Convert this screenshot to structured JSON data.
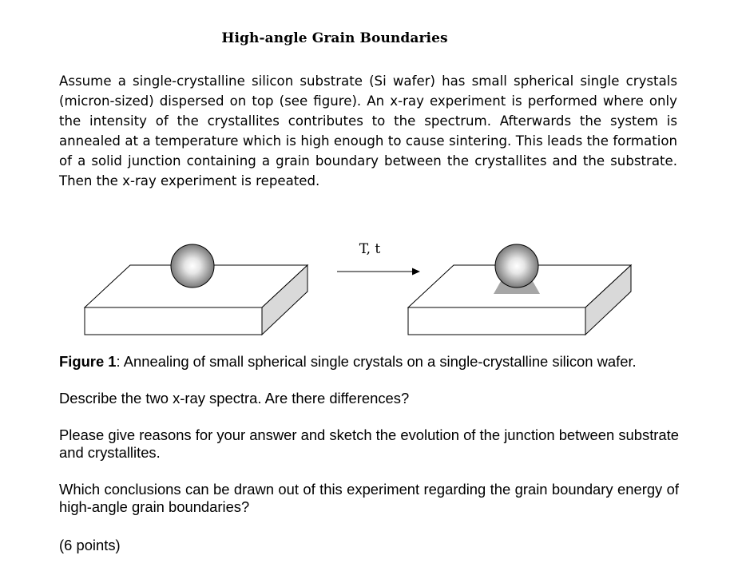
{
  "document": {
    "title": "High-angle Grain Boundaries",
    "intro": "Assume a single-crystalline silicon substrate (Si wafer) has small spherical single crystals (micron-sized) dispersed on top (see figure).  An x-ray experiment is performed where only the intensity of the crystallites contributes to the spectrum. Afterwards the system is annealed at a temperature which is high enough to cause sintering. This leads the formation of a solid junction containing a grain boundary between the crystallites and the substrate. Then the x-ray experiment is repeated.",
    "figure": {
      "arrow_label": "T, t",
      "caption_label": "Figure 1",
      "caption_text": ": Annealing of small spherical single crystals on a single-crystalline silicon wafer."
    },
    "questions": [
      "Describe the two x-ray spectra. Are there differences?",
      "Please give reasons for your answer and sketch the evolution of the junction between substrate and crystallites.",
      "Which conclusions can be drawn out of this experiment regarding the grain boundary energy of high-angle grain boundaries?"
    ],
    "points": "(6 points)"
  },
  "colors": {
    "substrate_side": "#d9d9d9",
    "neck": "#a6a6a6",
    "sphere_light": "#ffffff",
    "sphere_dark": "#7f7f7f"
  }
}
